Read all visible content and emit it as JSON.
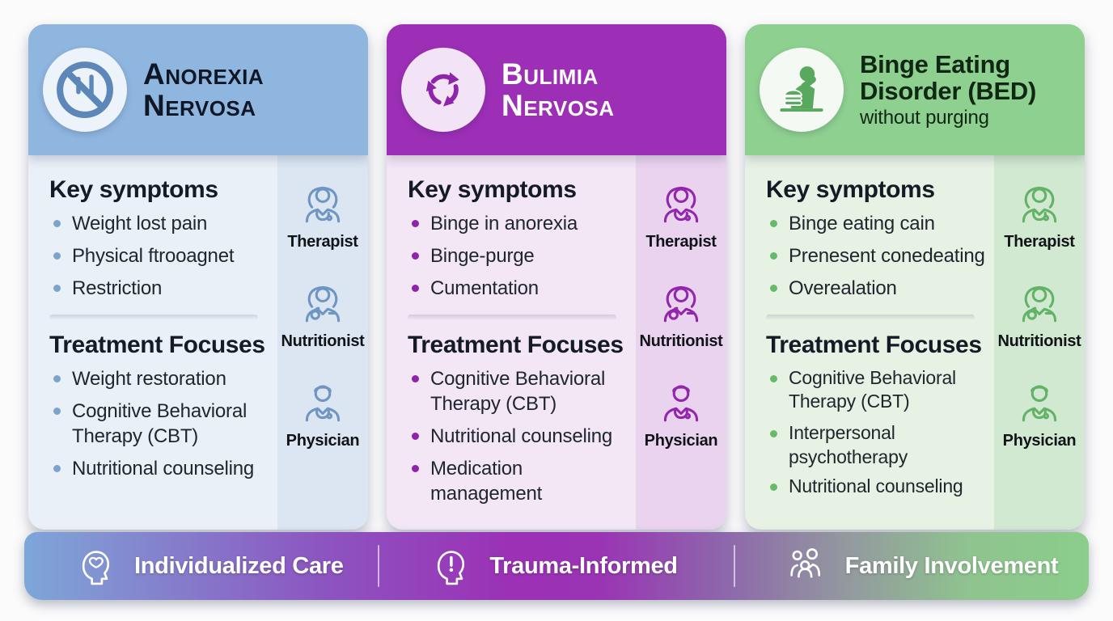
{
  "columns": [
    {
      "id": "anorexia-nervosa",
      "title": "Anorexia Nervosa",
      "icon": "no-food-icon",
      "symptoms_heading": "Key symptoms",
      "symptoms": [
        "Weight lost pain",
        "Physical ftrooagnet",
        "Restriction"
      ],
      "treatments_heading": "Treatment Focuses",
      "treatments": [
        "Weight restoration",
        "Cognitive Behavioral Therapy (CBT)",
        "Nutritional counseling"
      ],
      "care_team": [
        "Therapist",
        "Nutritionist",
        "Physician"
      ],
      "colors": {
        "header": "#8fb6df",
        "body": "#eaf0f8",
        "sidebar": "#dbe6f2",
        "accent": "#7ba3cd",
        "title_text": "#0f1726"
      }
    },
    {
      "id": "bulimia-nervosa",
      "title": "Bulimia Nervosa",
      "icon": "cycle-icon",
      "symptoms_heading": "Key symptoms",
      "symptoms": [
        "Binge in anorexia",
        "Binge-purge",
        "Cumentation"
      ],
      "treatments_heading": "Treatment Focuses",
      "treatments": [
        "Cognitive Behavioral Therapy (CBT)",
        "Nutritional counseling",
        "Medication management"
      ],
      "care_team": [
        "Therapist",
        "Nutritionist",
        "Physician"
      ],
      "colors": {
        "header": "#9c2fb6",
        "body": "#f3e6f5",
        "sidebar": "#ead3ef",
        "accent": "#8e24aa",
        "title_text": "#ffffff"
      }
    },
    {
      "id": "binge-eating-disorder",
      "title": "Binge Eating Disorder (BED)",
      "subtitle": "without purging",
      "icon": "binge-eating-icon",
      "symptoms_heading": "Key symptoms",
      "symptoms": [
        "Binge eating cain",
        "Prenesent conedeating",
        "Overealation"
      ],
      "treatments_heading": "Treatment Focuses",
      "treatments": [
        "Cognitive Behavioral Therapy (CBT)",
        "Interpersonal psychotherapy",
        "Nutritional counseling"
      ],
      "care_team": [
        "Therapist",
        "Nutritionist",
        "Physician"
      ],
      "colors": {
        "header": "#8ed08f",
        "body": "#e7f2e5",
        "sidebar": "#d2e9d1",
        "accent": "#66bb6a",
        "title_text": "#0f2713"
      }
    }
  ],
  "footer": {
    "items": [
      {
        "label": "Individualized Care",
        "icon": "head-heart-icon"
      },
      {
        "label": "Trauma-Informed",
        "icon": "head-exclamation-icon"
      },
      {
        "label": "Family Involvement",
        "icon": "family-icon"
      }
    ],
    "gradient": [
      "#7ea7d8",
      "#9c30b6",
      "#8bcd8b"
    ]
  }
}
